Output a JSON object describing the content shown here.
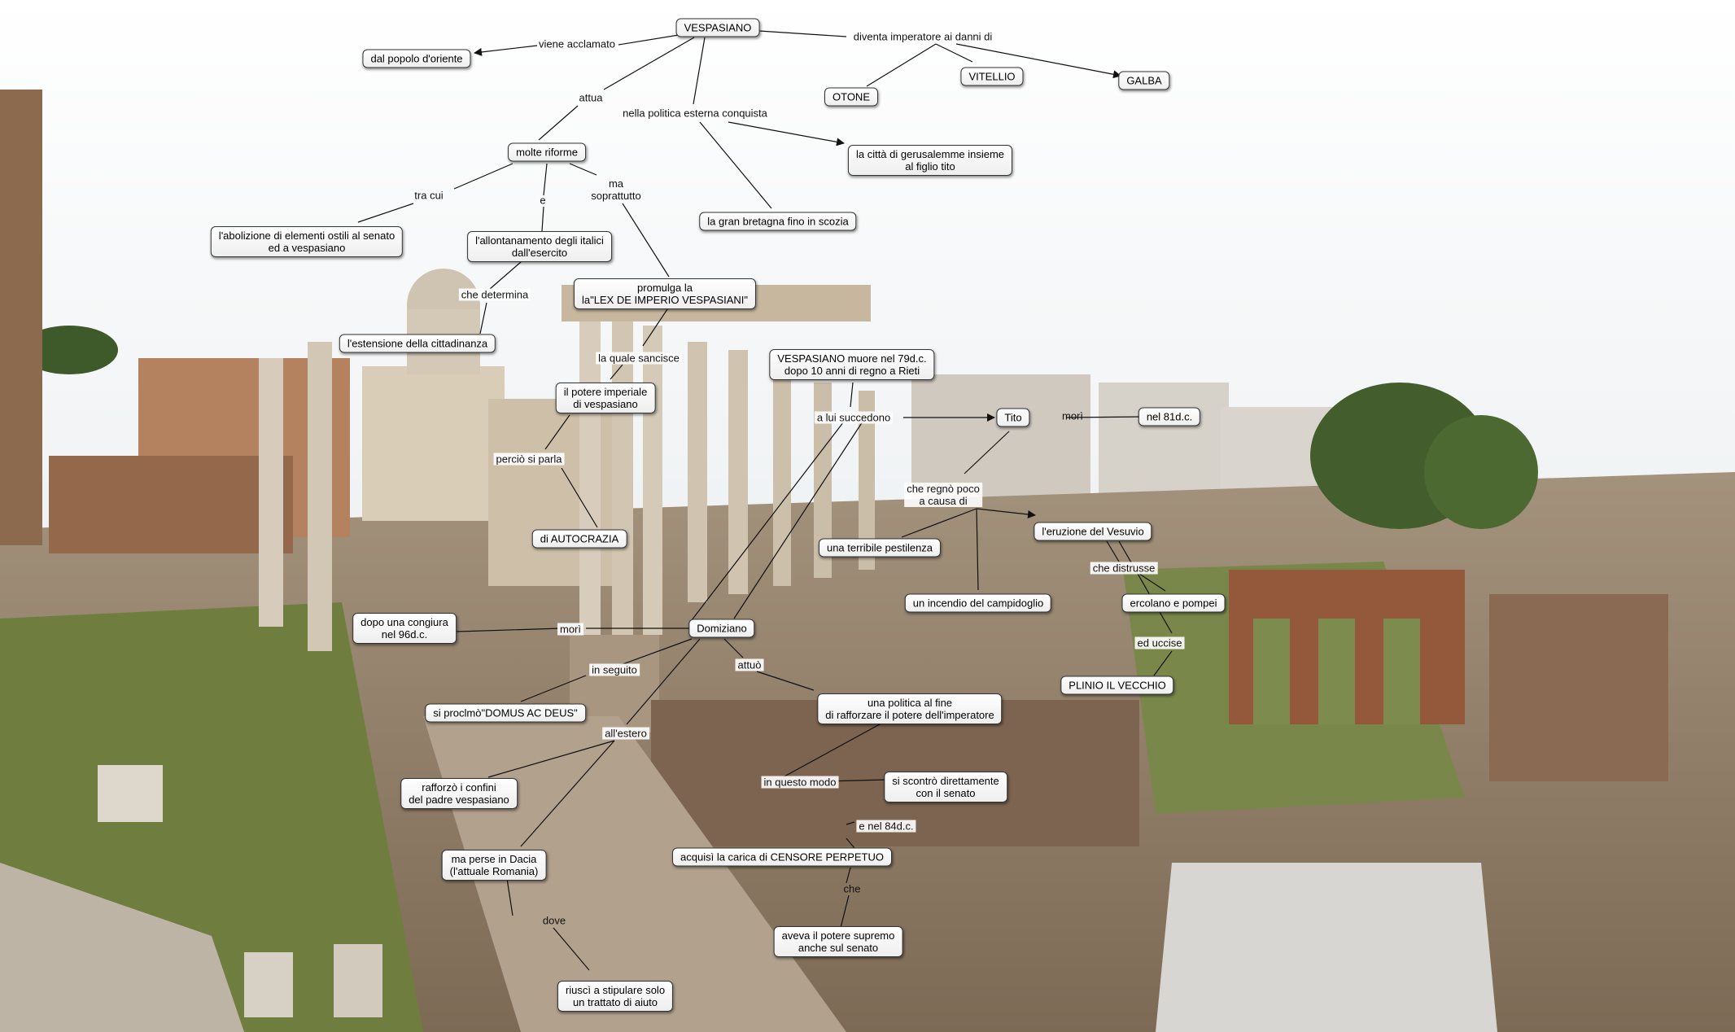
{
  "nodes": {
    "vespasiano": "VESPASIANO",
    "popolo": "dal popolo d'oriente",
    "otone": "OTONE",
    "vitellio": "VITELLIO",
    "galba": "GALBA",
    "riforme": "molte riforme",
    "gerusalemme": "la città di gerusalemme insieme\nal figlio tito",
    "bretagna": "la gran bretagna fino in scozia",
    "abolizione": "l'abolizione di elementi ostili al senato\ned a vespasiano",
    "allontanamento": "l'allontanamento degli italici\ndall'esercito",
    "lex": "promulga la\nla\"LEX DE IMPERIO VESPASIANI\"",
    "estensione": "l'estensione della cittadinanza",
    "potere_imperiale": "il potere imperiale\ndi vespasiano",
    "vesp_muore": "VESPASIANO muore nel 79d.c.\ndopo 10 anni di regno a Rieti",
    "tito": "Tito",
    "nel81": "nel 81d.c.",
    "autocrazia": "di AUTOCRAZIA",
    "pestilenza": "una terribile pestilenza",
    "eruzione": "l'eruzione del Vesuvio",
    "incendio": "un incendio del campidoglio",
    "ercolano": "ercolano e pompei",
    "domiziano": "Domiziano",
    "congiura": "dopo una congiura\nnel 96d.c.",
    "plinio": "PLINIO IL VECCHIO",
    "domus": "si proclmò\"DOMUS AC DEUS\"",
    "politica": "una politica al fine\ndi rafforzare il potere dell'imperatore",
    "rafforzo": "rafforzò i confini\ndel padre vespasiano",
    "scontro": "si scontrò direttamente\ncon il senato",
    "censore": "acquisì la carica di CENSORE PERPETUO",
    "dacia": "ma perse in Dacia\n(l'attuale Romania)",
    "potere_supremo": "aveva il potere supremo\nanche sul senato",
    "trattato": "riuscì a stipulare solo\nun trattato di aiuto"
  },
  "links": {
    "viene_acclamato": "viene acclamato",
    "diventa": "diventa imperatore ai danni di",
    "attua": "attua",
    "politica_esterna": "nella politica esterna conquista",
    "tra_cui": "tra cui",
    "e": "e",
    "ma_soprattutto": "ma\nsoprattutto",
    "che_determina": "che determina",
    "la_quale": "la quale sancisce",
    "percio": "perciò si parla",
    "a_lui": "a lui succedono",
    "mori_tito": "morì",
    "regno_poco": "che regnò poco\na causa di",
    "distrusse": "che distrusse",
    "uccise": "ed uccise",
    "mori_dom": "morì",
    "in_seguito": "in seguito",
    "attuo": "attuò",
    "all_estero": "all'estero",
    "in_questo_modo": "in questo modo",
    "e_nel84": "e nel 84d.c.",
    "che": "che",
    "dove": "dove"
  },
  "palette": {
    "sky": "#e9edf1",
    "ruins": "#9b8670",
    "grass": "#6b7f3c",
    "brick": "#8e5a3c",
    "marble": "#ddd6c8",
    "foliage": "#3f5a2a"
  }
}
